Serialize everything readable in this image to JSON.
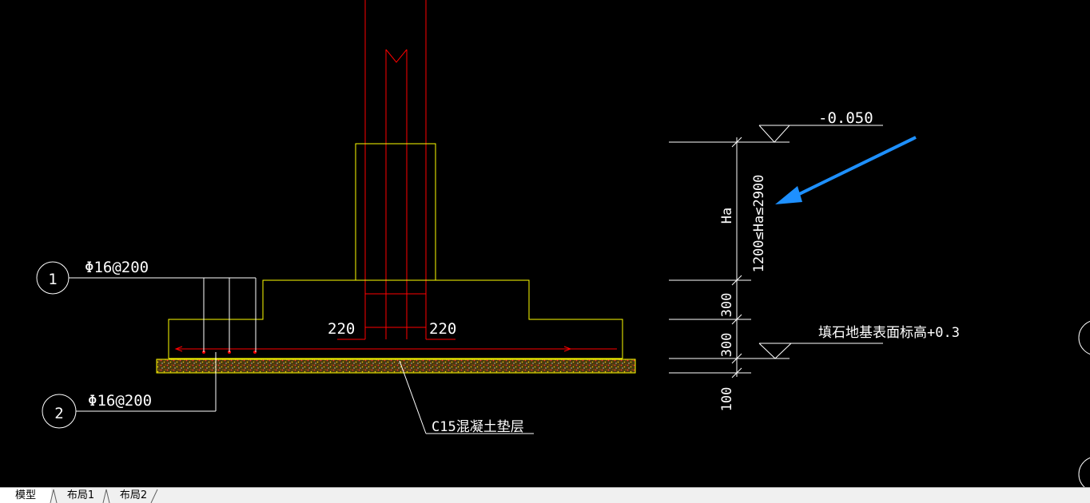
{
  "drawing": {
    "colors": {
      "background": "#000000",
      "outline": "#ffff00",
      "rebar": "#ff0000",
      "dimension": "#ffffff",
      "annotation_arrow": "#1e90ff"
    },
    "labels": {
      "rebar_1_number": "1",
      "rebar_1_spec": "Φ16@200",
      "rebar_2_number": "2",
      "rebar_2_spec": "Φ16@200",
      "offset_left": "220",
      "offset_right": "220",
      "cushion_note": "C15混凝土垫层",
      "elevation_top": "-0.050",
      "fill_note": "填石地基表面标高+0.3",
      "dim_height": "Ha",
      "dim_range": "1200≤Ha≤2900",
      "dim_step_1": "300",
      "dim_step_2": "300",
      "dim_cushion": "100"
    }
  },
  "tabs": [
    {
      "label": "模型",
      "active": true
    },
    {
      "label": "布局1",
      "active": false
    },
    {
      "label": "布局2",
      "active": false
    }
  ]
}
